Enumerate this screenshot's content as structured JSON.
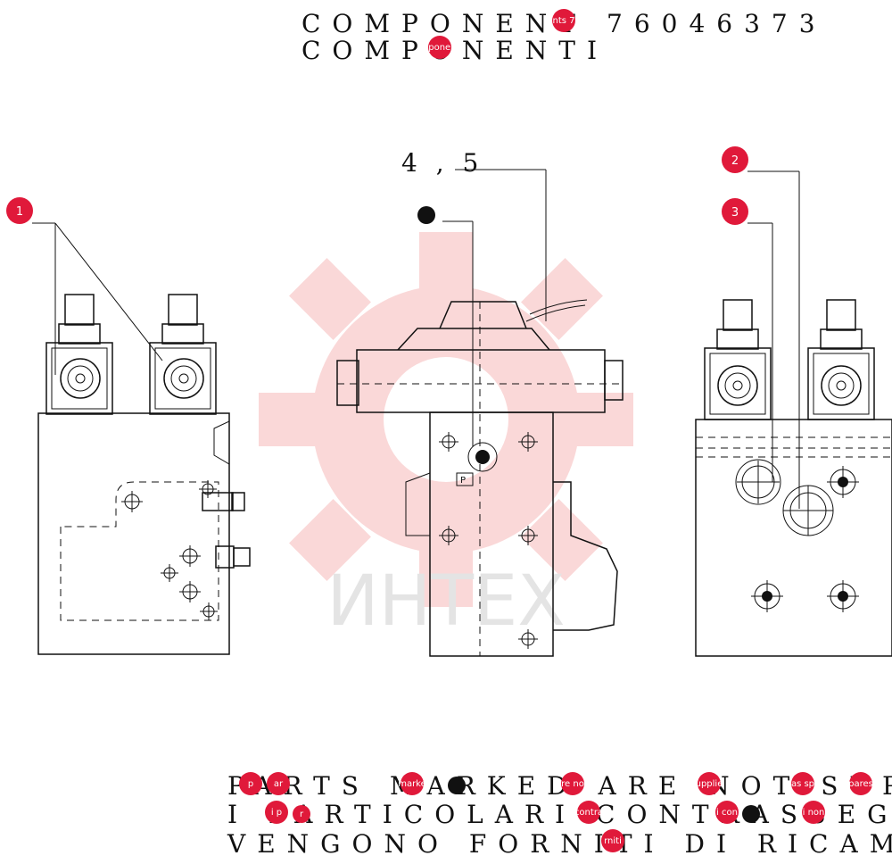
{
  "header": {
    "line1": "COMPONENT",
    "line1_code": "76046373",
    "line2": "COMPONENTI"
  },
  "callouts": {
    "item_1": "1",
    "item_2": "2",
    "item_3": "3",
    "item_4_5": "4 , 5"
  },
  "footer": {
    "line1": "PARTS MARKED ARE NOT SUPPLIED AS SPARES",
    "line2": "I PARTICOLARI CONTRASSEGNATI NON",
    "line3": "VENGONO FORNITI DI RICAMBIO"
  },
  "badges": [
    "nts 7",
    "mponent",
    "p",
    "ar",
    "marke",
    "re no",
    "upplie",
    "as sp",
    "pares",
    "i p",
    "r",
    "contra",
    "i con",
    "i non",
    "rniti"
  ],
  "watermark": {
    "text": "ИНТЕХ",
    "color": "#f2c4c4"
  },
  "colors": {
    "callout": "#e0193a",
    "ink": "#111111"
  }
}
